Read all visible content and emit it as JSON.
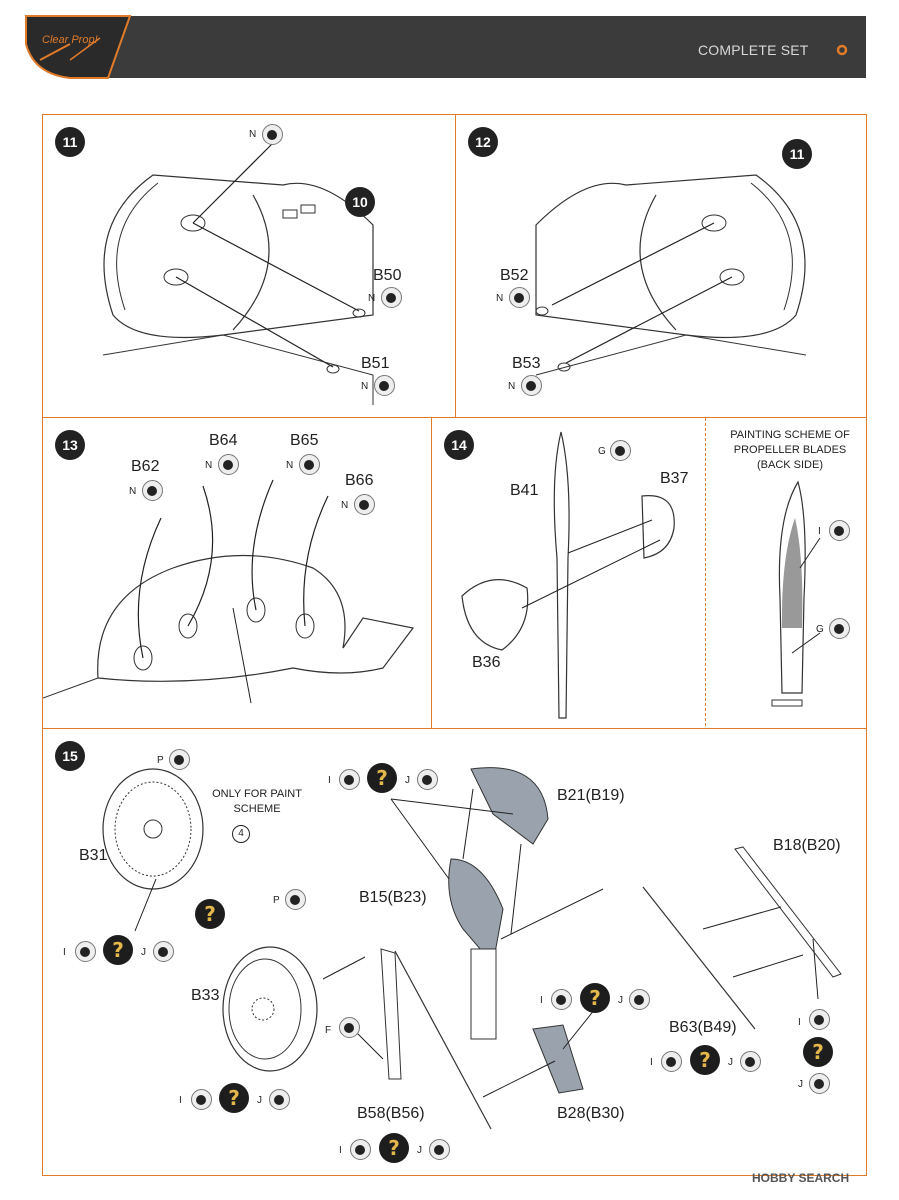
{
  "header": {
    "title": "COMPLETE SET",
    "logo_text": "Clear Prop!"
  },
  "colors": {
    "accent": "#e07b2a",
    "header_bg": "#3b3b3b",
    "paint_dot": "#222222",
    "question_bg": "#1d1d1d",
    "question_fg": "#e3b74a"
  },
  "steps": {
    "s11": {
      "num": "11",
      "ref": "10",
      "paint_n": "N",
      "part_a": "B50",
      "part_b": "B51"
    },
    "s12": {
      "num": "12",
      "ref": "11",
      "paint_n": "N",
      "part_a": "B52",
      "part_b": "B53"
    },
    "s13": {
      "num": "13",
      "paint_n": "N",
      "parts": [
        "B62",
        "B64",
        "B65",
        "B66"
      ]
    },
    "s14": {
      "num": "14",
      "paint_g": "G",
      "part_blade": "B41",
      "part_hub": "B37",
      "part_plate": "B36",
      "scheme_note": [
        "PAINTING SCHEME OF",
        "PROPELLER BLADES",
        "(BACK SIDE)"
      ],
      "paint_i": "I",
      "paint_g2": "G"
    },
    "s15": {
      "num": "15",
      "paint_p": "P",
      "paint_i": "I",
      "paint_j": "J",
      "paint_f": "F",
      "only_note": [
        "ONLY FOR PAINT",
        "SCHEME"
      ],
      "scheme_num": "4",
      "parts": {
        "b31": "B31",
        "b33": "B33",
        "b21": "B21(B19)",
        "b15": "B15(B23)",
        "b18": "B18(B20)",
        "b63": "B63(B49)",
        "b28": "B28(B30)",
        "b58": "B58(B56)"
      },
      "question": "?"
    }
  },
  "footer": {
    "watermark": "HOBBY SEARCH"
  }
}
